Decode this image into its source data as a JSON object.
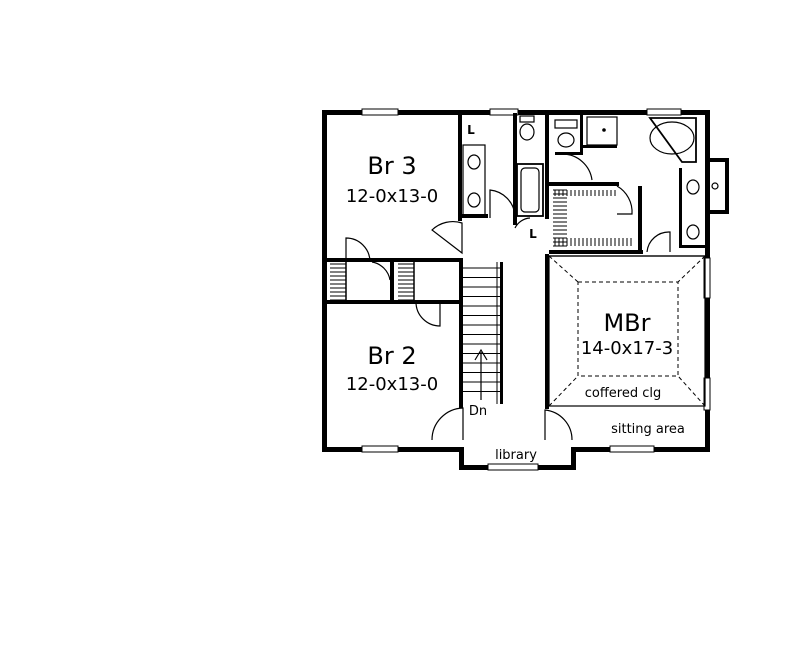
{
  "rooms": {
    "br3": {
      "name": "Br 3",
      "size": "12-0x13-0"
    },
    "br2": {
      "name": "Br 2",
      "size": "12-0x13-0"
    },
    "mbr": {
      "name": "MBr",
      "size": "14-0x17-3"
    }
  },
  "labels": {
    "coffered": "coffered clg",
    "sitting": "sitting area",
    "library": "library",
    "down": "Dn",
    "linen1": "L",
    "linen2": "L"
  }
}
